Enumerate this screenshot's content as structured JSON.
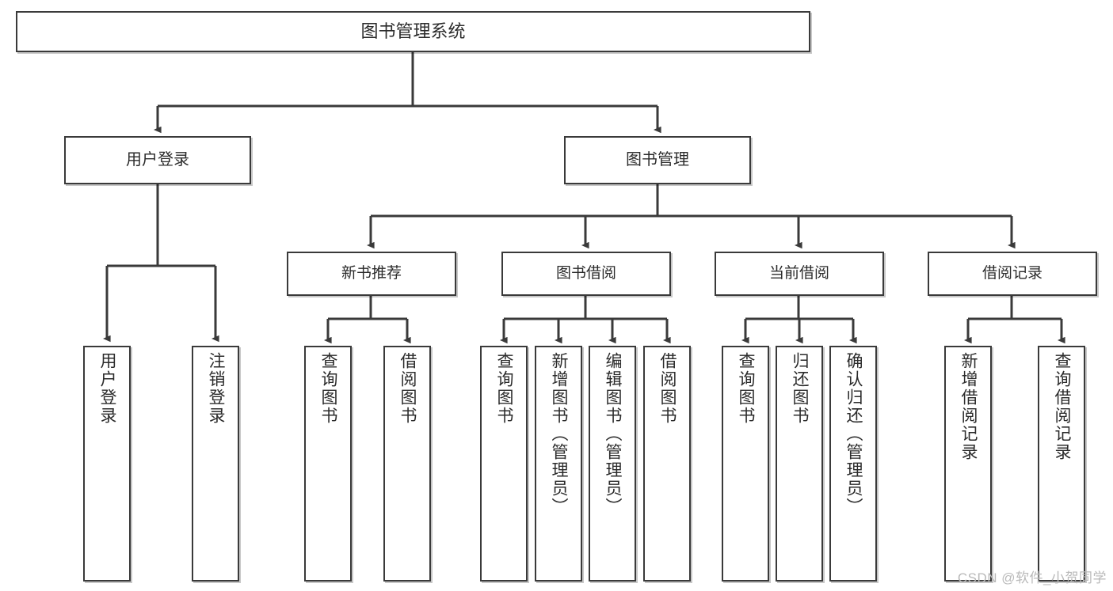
{
  "diagram": {
    "type": "tree",
    "title": "图书管理系统",
    "watermark": "CSDN @软件_小贺同学",
    "colors": {
      "box_border": "#3a3a3a",
      "box_fill": "#ffffff",
      "connector": "#3a3a3a",
      "text": "#2b2b2b",
      "watermark": "#b9b9b9"
    },
    "nodes": {
      "root": {
        "label": "图书管理系统"
      },
      "tier1": [
        {
          "id": "user-login",
          "label": "用户登录"
        },
        {
          "id": "book-management",
          "label": "图书管理"
        }
      ],
      "tier2": [
        {
          "id": "new-book-recommend",
          "label": "新书推荐"
        },
        {
          "id": "book-borrow",
          "label": "图书借阅"
        },
        {
          "id": "current-borrow",
          "label": "当前借阅"
        },
        {
          "id": "borrow-record",
          "label": "借阅记录"
        }
      ],
      "leaves": {
        "user-login": [
          {
            "id": "leaf-user-login",
            "label": "用户登录"
          },
          {
            "id": "leaf-logout",
            "label": "注销登录"
          }
        ],
        "new-book-recommend": [
          {
            "id": "leaf-query-book-1",
            "label": "查询图书"
          },
          {
            "id": "leaf-borrow-book-1",
            "label": "借阅图书"
          }
        ],
        "book-borrow": [
          {
            "id": "leaf-query-book-2",
            "label": "查询图书"
          },
          {
            "id": "leaf-add-book",
            "label": "新增图书（管理员）"
          },
          {
            "id": "leaf-edit-book",
            "label": "编辑图书（管理员）"
          },
          {
            "id": "leaf-borrow-book-2",
            "label": "借阅图书"
          }
        ],
        "current-borrow": [
          {
            "id": "leaf-query-book-3",
            "label": "查询图书"
          },
          {
            "id": "leaf-return-book",
            "label": "归还图书"
          },
          {
            "id": "leaf-confirm-return",
            "label": "确认归还（管理员）"
          }
        ],
        "borrow-record": [
          {
            "id": "leaf-add-record",
            "label": "新增借阅记录"
          },
          {
            "id": "leaf-query-record",
            "label": "查询借阅记录"
          }
        ]
      }
    }
  }
}
